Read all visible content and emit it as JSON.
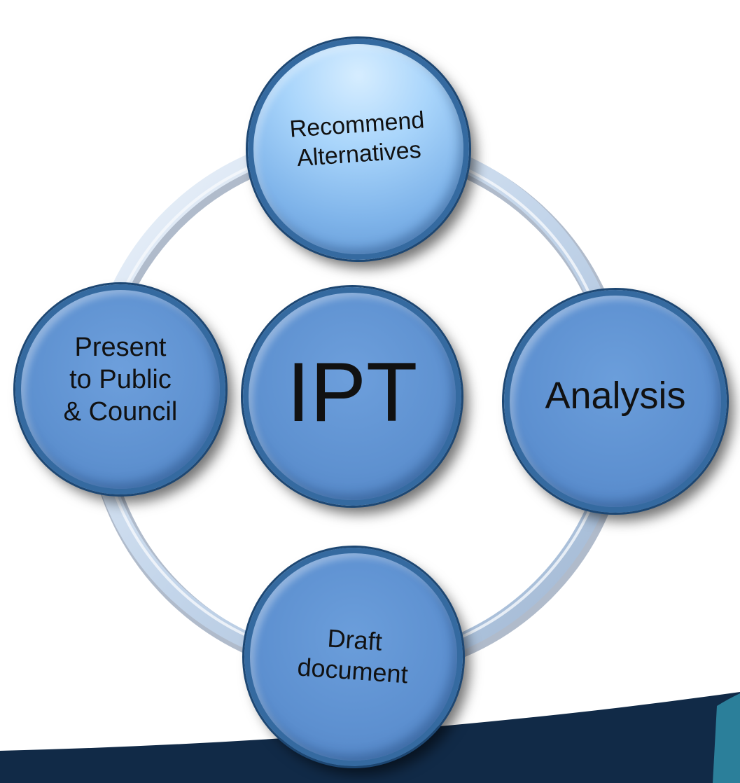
{
  "diagram": {
    "center": {
      "label": "IPT"
    },
    "cycle": [
      {
        "label": "Recommend\nAlternatives"
      },
      {
        "label": "Analysis"
      },
      {
        "label": "Draft\ndocument"
      },
      {
        "label": "Present\nto Public\n& Council"
      }
    ]
  },
  "colors": {
    "node_fill": "#5e91d0",
    "node_fill_light": "#a9d5fb",
    "node_border": "#356aa0",
    "ring": "#c9d9ec",
    "footer_band": "#112a47",
    "teal_accent": "#2b7f9a"
  }
}
